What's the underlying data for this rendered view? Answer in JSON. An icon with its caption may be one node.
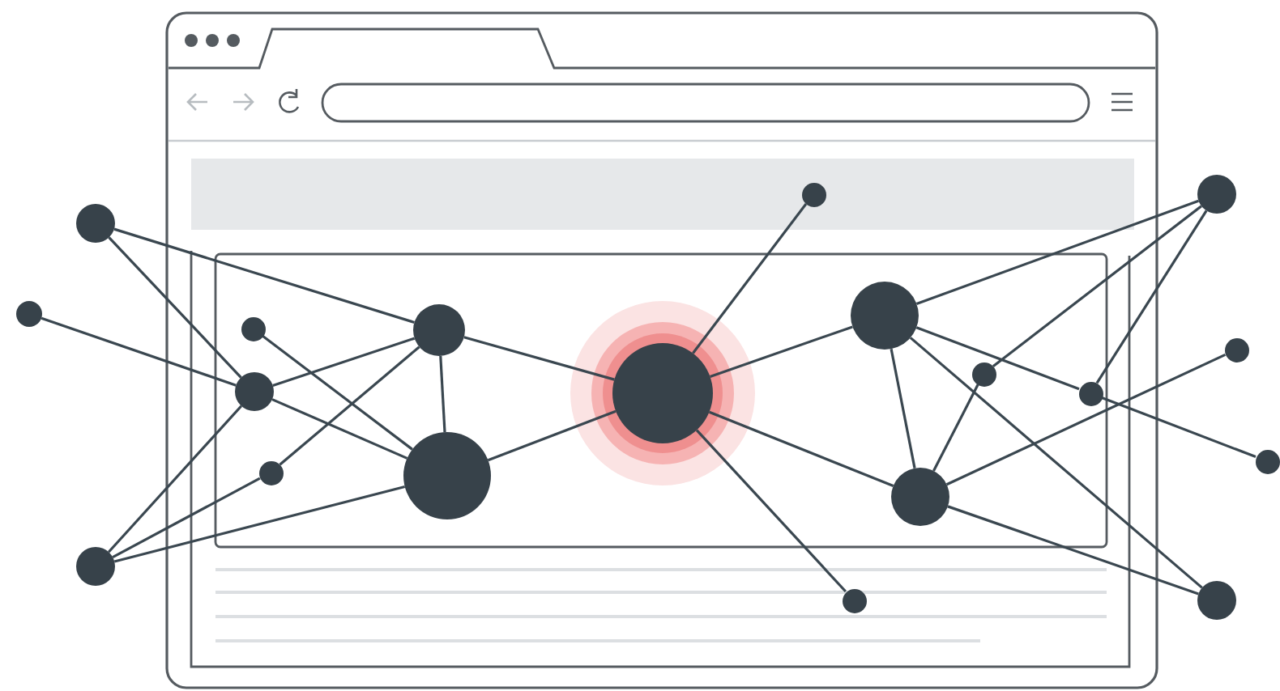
{
  "diagram": {
    "nodes": [
      {
        "text": [],
        "shape": "circle"
      },
      {
        "text": [],
        "shape": "circle"
      },
      {
        "text": [],
        "shape": "circle"
      },
      {
        "text": [],
        "shape": "circle"
      },
      {
        "text": [],
        "shape": "circle"
      },
      {
        "text": [],
        "shape": "circle"
      },
      {
        "text": [],
        "shape": "circle"
      },
      {
        "text": [],
        "shape": "circle"
      },
      {
        "text": [],
        "shape": "circle"
      },
      {
        "text": [],
        "shape": "circle"
      },
      {
        "text": [],
        "shape": "circle"
      },
      {
        "text": [],
        "shape": "circle"
      },
      {
        "text": [],
        "shape": "circle"
      },
      {
        "text": [],
        "shape": "circle"
      },
      {
        "text": [],
        "shape": "circle"
      },
      {
        "text": [],
        "shape": "circle"
      },
      {
        "text": [],
        "shape": "circle"
      },
      {
        "text": [],
        "shape": "circle"
      },
      {
        "text": [],
        "shape": "circle"
      }
    ],
    "edges": [
      {
        "from": 1,
        "to": 6,
        "arrow": "none"
      },
      {
        "from": 1,
        "to": 4,
        "arrow": "none"
      },
      {
        "from": 0,
        "to": 4,
        "arrow": "none"
      },
      {
        "from": 3,
        "to": 7,
        "arrow": "none"
      },
      {
        "from": 4,
        "to": 6,
        "arrow": "none"
      },
      {
        "from": 4,
        "to": 7,
        "arrow": "none"
      },
      {
        "from": 2,
        "to": 4,
        "arrow": "none"
      },
      {
        "from": 2,
        "to": 5,
        "arrow": "none"
      },
      {
        "from": 5,
        "to": 6,
        "arrow": "none"
      },
      {
        "from": 2,
        "to": 7,
        "arrow": "none"
      },
      {
        "from": 6,
        "to": 7,
        "arrow": "none"
      },
      {
        "from": 6,
        "to": 8,
        "arrow": "none"
      },
      {
        "from": 7,
        "to": 8,
        "arrow": "none"
      },
      {
        "from": 8,
        "to": 9,
        "arrow": "none"
      },
      {
        "from": 8,
        "to": 10,
        "arrow": "none"
      },
      {
        "from": 8,
        "to": 11,
        "arrow": "none"
      },
      {
        "from": 8,
        "to": 12,
        "arrow": "none"
      },
      {
        "from": 11,
        "to": 15,
        "arrow": "none"
      },
      {
        "from": 11,
        "to": 12,
        "arrow": "none"
      },
      {
        "from": 11,
        "to": 14,
        "arrow": "none"
      },
      {
        "from": 14,
        "to": 18,
        "arrow": "none"
      },
      {
        "from": 11,
        "to": 16,
        "arrow": "none"
      },
      {
        "from": 13,
        "to": 15,
        "arrow": "none"
      },
      {
        "from": 12,
        "to": 13,
        "arrow": "none"
      },
      {
        "from": 14,
        "to": 15,
        "arrow": "none"
      },
      {
        "from": 12,
        "to": 17,
        "arrow": "none"
      },
      {
        "from": 12,
        "to": 16,
        "arrow": "none"
      }
    ]
  }
}
